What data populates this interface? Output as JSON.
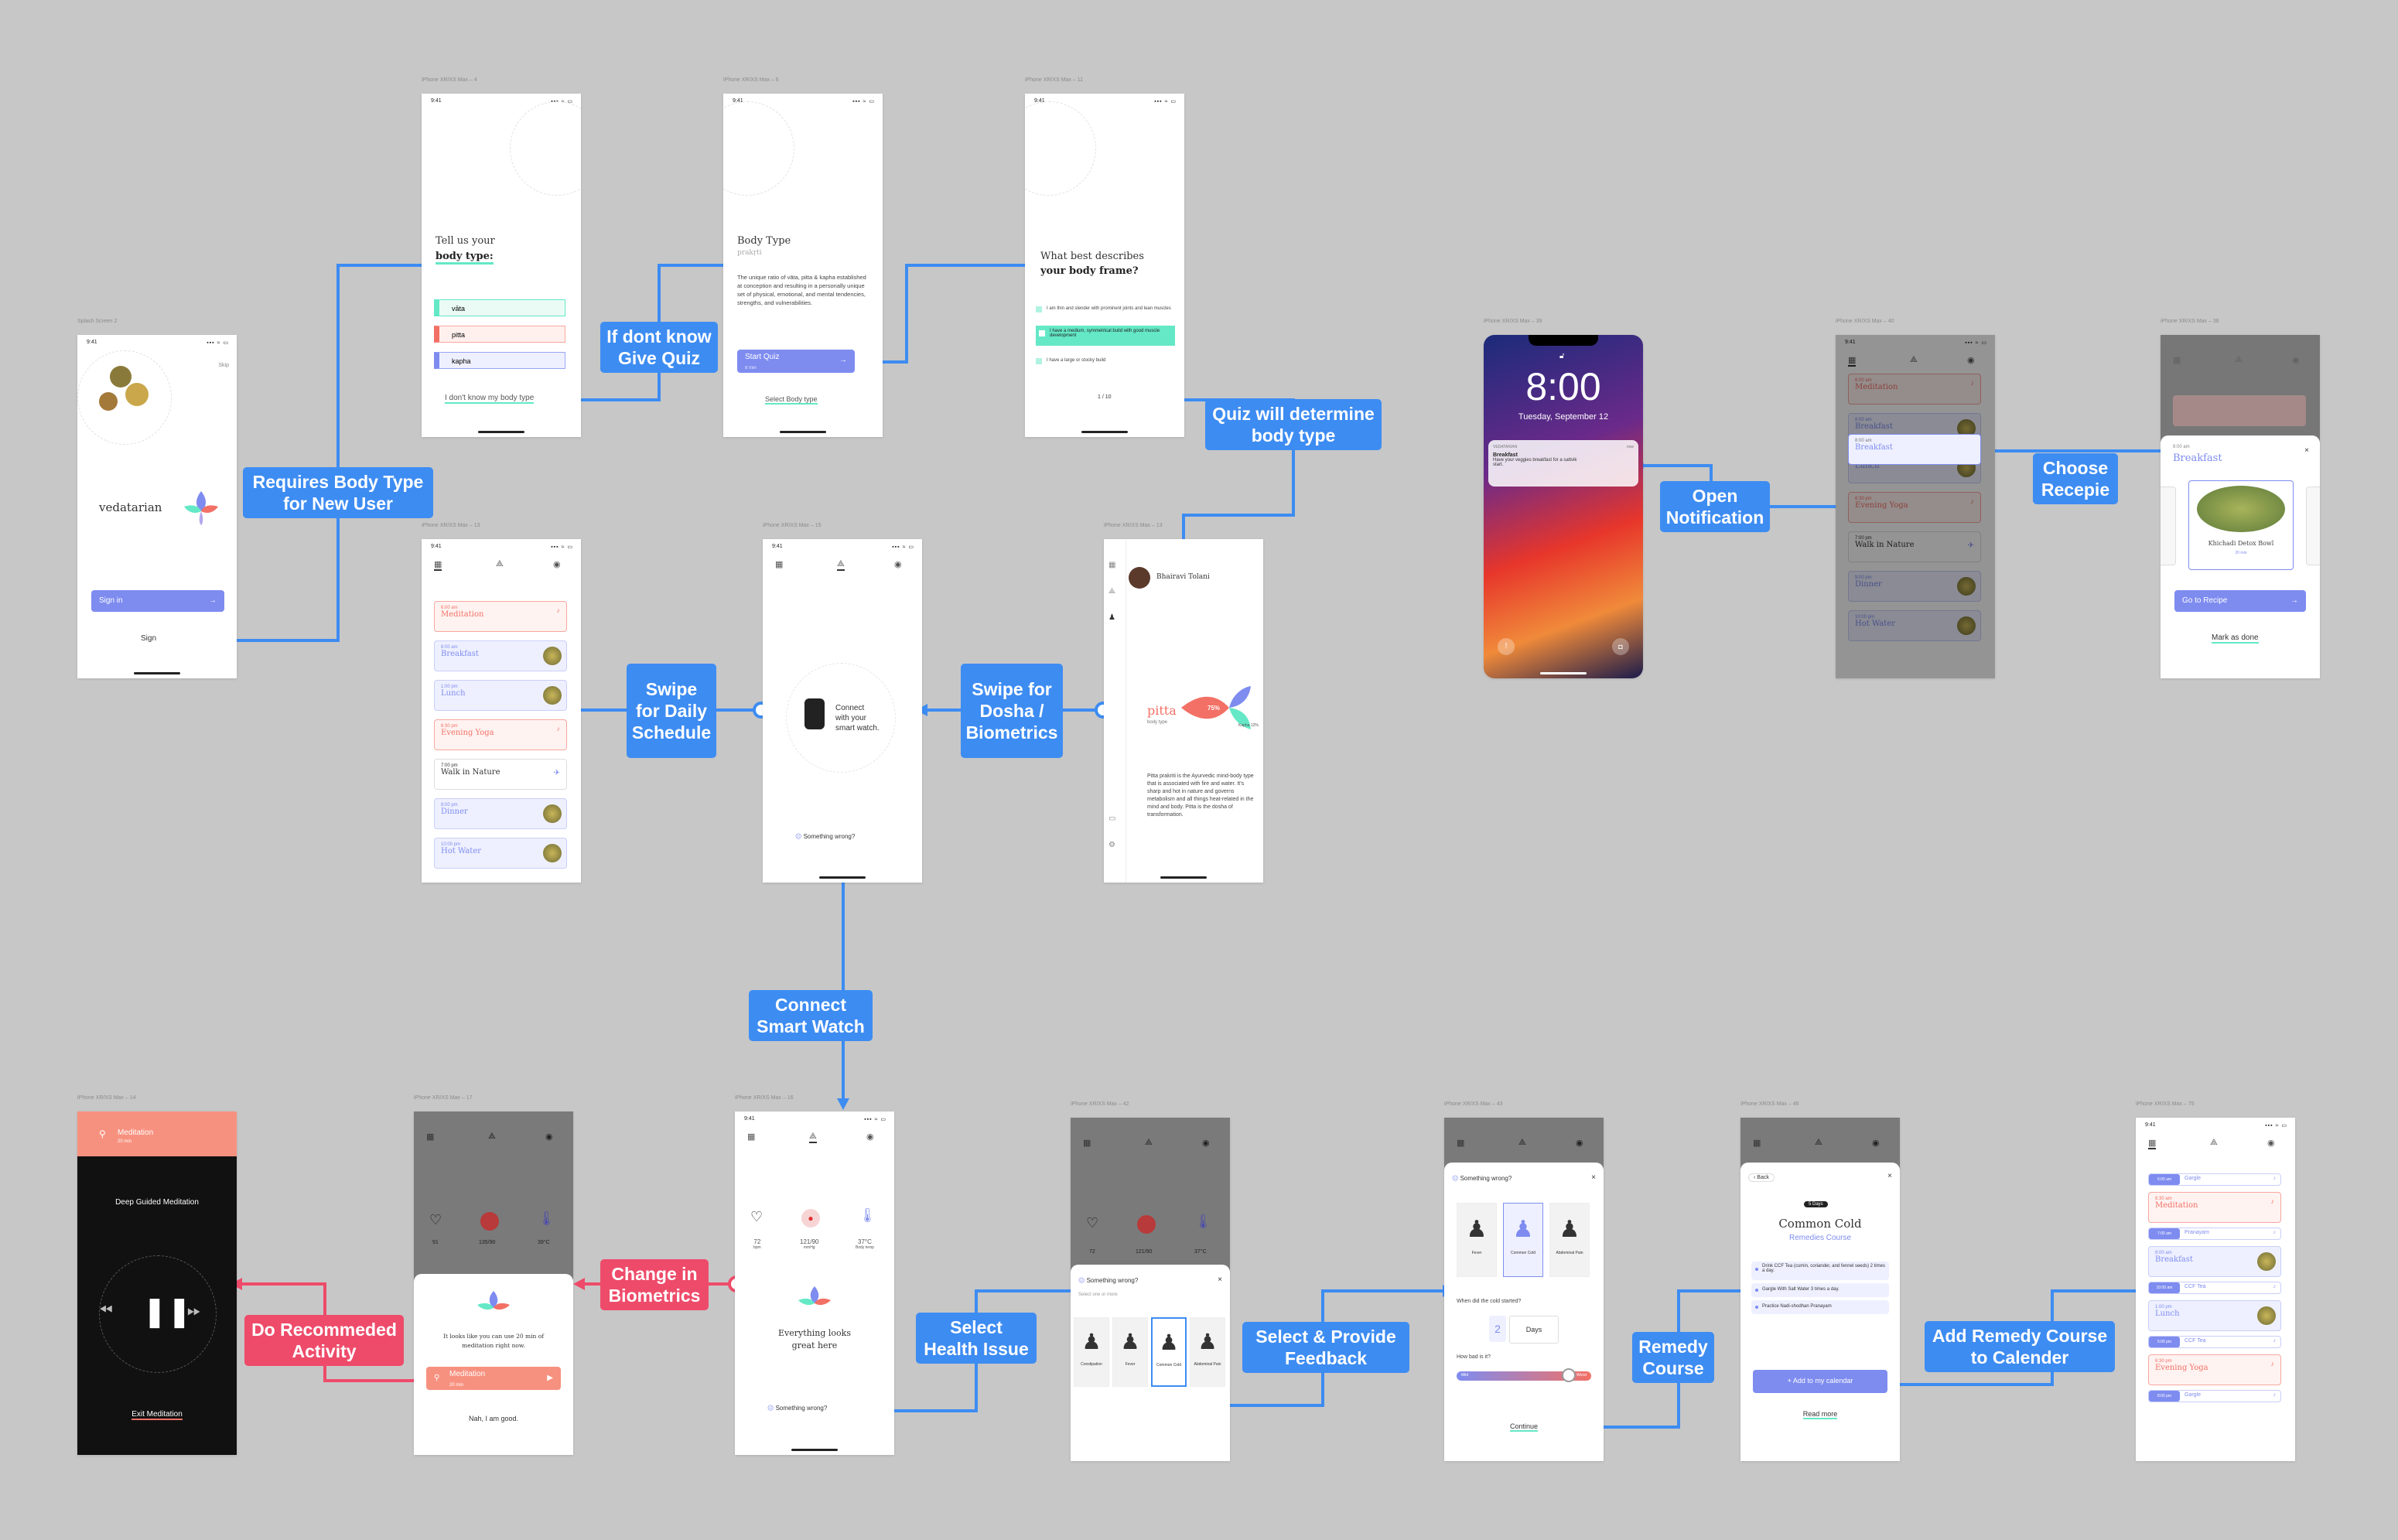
{
  "frame_labels": {
    "welcome": "Splash Screen 2",
    "body_type": "iPhone XR/XS Max – 4",
    "body_type_info": "iPhone XR/XS Max – 6",
    "quiz": "iPhone XR/XS Max – 11",
    "schedule": "iPhone XR/XS Max – 13",
    "connect": "iPhone XR/XS Max – 15",
    "profile": "iPhone XR/XS Max – 13",
    "lock": "iPhone XR/XS Max – 39",
    "schedule_dim": "iPhone XR/XS Max – 40",
    "recipe": "iPhone XR/XS Max – 38",
    "meditation": "iPhone XR/XS Max – 14",
    "recommend": "iPhone XR/XS Max – 17",
    "biometrics": "iPhone XR/XS Max – 16",
    "wrong": "iPhone XR/XS Max – 42",
    "feedback": "iPhone XR/XS Max – 43",
    "remedy": "iPhone XR/XS Max – 46",
    "calendar": "iPhone XR/XS Max – 75"
  },
  "status": {
    "time": "9:41",
    "signal": "▪▪▪ ≈ ▭"
  },
  "welcome": {
    "skip": "Skip",
    "brand": "vedatarian",
    "sign_in": "Sign in",
    "sign_up": "Sign"
  },
  "body_type": {
    "title_1": "Tell us your",
    "title_2": "body type:",
    "options": [
      "vāta",
      "pitta",
      "kapha"
    ],
    "dont_know": "I don't know my body type"
  },
  "body_type_info": {
    "title": "Body Type",
    "subtitle": "prakṛti",
    "text": "The unique ratio of vāta, pitta & kapha established at conception and resulting in a personally unique set of physical, emotional, and mental tendencies, strengths, and vulnerabilities.",
    "start_quiz": "Start Quiz",
    "start_sub": "8 min",
    "select": "Select Body type"
  },
  "quiz": {
    "title_1": "What best describes",
    "title_2": "your body frame?",
    "options": [
      "I am thin and slender with prominent joints and lean muscles",
      "I have a medium, symmetrical build with good muscle development",
      "I have a large or stocky build"
    ],
    "page": "1 / 10"
  },
  "schedule": {
    "items": [
      {
        "time": "6:00 am",
        "title": "Meditation",
        "kind": "red"
      },
      {
        "time": "8:00 am",
        "title": "Breakfast",
        "kind": "blue"
      },
      {
        "time": "1:00 pm",
        "title": "Lunch",
        "kind": "blue"
      },
      {
        "time": "6:30 pm",
        "title": "Evening Yoga",
        "kind": "red"
      },
      {
        "time": "7:00 pm",
        "title": "Walk in Nature",
        "kind": "plain"
      },
      {
        "time": "8:00 pm",
        "title": "Dinner",
        "kind": "blue"
      },
      {
        "time": "10:00 pm",
        "title": "Hot Water",
        "kind": "blue"
      }
    ]
  },
  "connect": {
    "text_1": "Connect",
    "text_2": "with your",
    "text_3": "smart watch.",
    "something_wrong": "Something wrong?"
  },
  "profile": {
    "name": "Bhairavi Tolani",
    "dosha": "pitta",
    "dosha_sub": "body type",
    "pitta_pct": "75%",
    "vata": "Vata",
    "vata_pct": "13%",
    "kapha": "Kapha",
    "kapha_pct": "12%",
    "text": "Pitta prakriti is the Ayurvedic mind-body type that is associated with fire and water. It's sharp and hot in nature and governs metabolism and all things heat-related in the mind and body. Pitta is the dosha of transformation."
  },
  "lock": {
    "time": "8:00",
    "date": "Tuesday, September 12",
    "app": "VEDATARIAN",
    "ago": "now",
    "notif_title": "Breakfast",
    "notif_text": "Have your veggies breakfast for a sattvik start."
  },
  "recipe": {
    "time": "8:00 am",
    "title": "Breakfast",
    "dish": "Khichadi Detox Bowl",
    "dish_sub": "20 min",
    "go": "Go to Recipe",
    "done": "Mark as done"
  },
  "meditation": {
    "header": "Meditation",
    "header_sub": "20 min",
    "title": "Deep Guided Meditation",
    "exit": "Exit Meditation"
  },
  "recommend": {
    "bpm": "91",
    "bp": "135/90",
    "temp": "39°C",
    "text_1": "It looks like you can use 20 min of",
    "text_2": "meditation right now.",
    "med": "Meditation",
    "med_sub": "20 min",
    "nah": "Nah, I am good."
  },
  "biometrics": {
    "bpm": "72",
    "bp": "121/90",
    "temp": "37°C",
    "bpm_l": "bpm",
    "bp_l": "mmHg",
    "temp_l": "Body temp",
    "good_1": "Everything looks",
    "good_2": "great here",
    "something_wrong": "Something wrong?"
  },
  "wrong": {
    "title": "Something wrong?",
    "sub": "Select one or more",
    "items": [
      "Constipation",
      "Fever",
      "Common Cold",
      "Abdominal Pain"
    ],
    "bpm": "72",
    "bp": "121/90",
    "temp": "37°C"
  },
  "feedback": {
    "title": "Something wrong?",
    "items": [
      "Fever",
      "Common Cold",
      "Abdominal Pain"
    ],
    "q1": "When did the cold started?",
    "days_n": "2",
    "days": "Days",
    "q2": "How bad is it?",
    "mild": "Mild",
    "worst": "Worst",
    "cont": "Continue"
  },
  "remedy": {
    "back": "Back",
    "days": "5 Days",
    "title": "Common Cold",
    "sub": "Remedies Course",
    "steps": [
      "Drink CCF Tea (cumin, coriander, and fennel seeds) 2 times a day.",
      "Gargle With Salt Water 3 times a day.",
      "Practice Nadi-shodhan Pranayam"
    ],
    "add": "Add to my calendar",
    "read": "Read more"
  },
  "calendar": {
    "items": [
      {
        "time": "6:00 am",
        "title": "Gargle",
        "kind": "tag"
      },
      {
        "time": "6:30 am",
        "title": "Meditation",
        "kind": "red"
      },
      {
        "time": "7:00 am",
        "title": "Pranayam",
        "kind": "tag"
      },
      {
        "time": "8:00 am",
        "title": "Breakfast",
        "kind": "blue"
      },
      {
        "time": "10:00 am",
        "title": "CCF Tea",
        "kind": "tag"
      },
      {
        "time": "1:00 pm",
        "title": "Lunch",
        "kind": "blue"
      },
      {
        "time": "5:00 pm",
        "title": "CCF Tea",
        "kind": "tag"
      },
      {
        "time": "6:30 pm",
        "title": "Evening Yoga",
        "kind": "red"
      },
      {
        "time": "8:00 pm",
        "title": "Gargle",
        "kind": "tag"
      }
    ]
  },
  "flow_labels": {
    "requires": "Requires Body Type for New User",
    "quiz": "If dont know Give Quiz",
    "determine": "Quiz will determine body type",
    "swipe_daily": "Swipe for Daily Schedule",
    "swipe_dosha": "Swipe for Dosha / Biometrics",
    "open": "Open Notification",
    "choose": "Choose Recepie",
    "connect": "Connect Smart Watch",
    "change": "Change in Biometrics",
    "do_activity": "Do Recommeded Activity",
    "select_issue": "Select Health Issue",
    "select_feedback": "Select & Provide Feedback",
    "remedy": "Remedy Course",
    "add_course": "Add Remedy Course to Calender"
  },
  "colors": {
    "accent": "#3d8cf2",
    "alert": "#ee4b6a",
    "button": "#7e8cf0",
    "mint": "#64e8c6",
    "pitta": "#f27065"
  }
}
